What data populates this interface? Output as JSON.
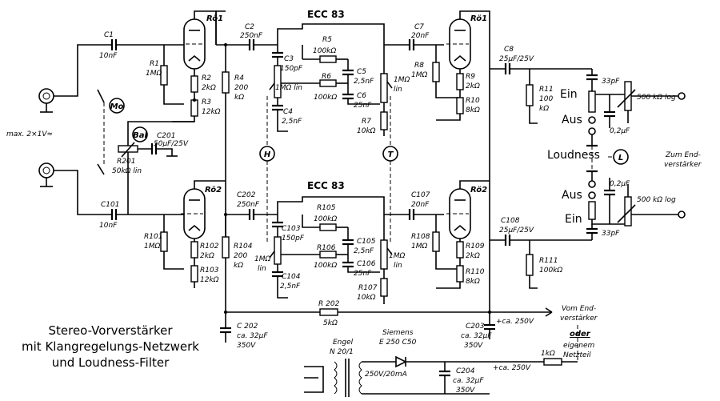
{
  "tubes": {
    "upper": "ECC 83",
    "lower": "ECC 83",
    "ro1": "Rö1",
    "ro2": "Rö2"
  },
  "input": {
    "max": "max. 2×1V≈",
    "mo": "Mo",
    "bal": "Bal"
  },
  "upper": {
    "c1": "C1",
    "c1v": "10nF",
    "r1": "R1",
    "r1v": "1MΩ",
    "r2": "R2",
    "r2v": "2kΩ",
    "r3": "R3",
    "r3v": "12kΩ",
    "c2": "C2",
    "c2v": "250nF",
    "r4": "R4",
    "r4v1": "200",
    "r4v2": "kΩ",
    "c3": "C3",
    "c3v": "150pF",
    "r5": "R5",
    "r5v": "100kΩ",
    "p1": "1MΩ lin",
    "r6": "R6",
    "r6v": "100kΩ",
    "c4": "C4",
    "c4v": "2,5nF",
    "c5": "C5",
    "c5v": "2,5nF",
    "c6": "C6",
    "c6v": "25nF",
    "p2a": "1MΩ",
    "p2b": "lin",
    "r7": "R7",
    "r7v": "10kΩ",
    "c7": "C7",
    "c7v": "20nF",
    "r8": "R8",
    "r8v": "1MΩ",
    "r9": "R9",
    "r9v": "2kΩ",
    "r10": "R10",
    "r10v": "8kΩ",
    "c8": "C8",
    "c8v": "25µF/25V",
    "r11": "R11",
    "r11v1": "100",
    "r11v2": "kΩ",
    "c33": "33pF",
    "ein": "Ein",
    "aus": "Aus",
    "c02": "0,2µF",
    "pot": "500 kΩ log"
  },
  "bal": {
    "c201": "C201",
    "c201v": "50µF/25V",
    "r201": "R201",
    "r201v": "50kΩ lin"
  },
  "mid": {
    "h": "H",
    "t": "T",
    "loudness": "Loudness",
    "l": "L",
    "zum1": "Zum End-",
    "zum2": "verstärker"
  },
  "lower": {
    "c101": "C101",
    "c101v": "10nF",
    "r101": "R101",
    "r101v": "1MΩ",
    "r102": "R102",
    "r102v": "2kΩ",
    "r103": "R103",
    "r103v": "12kΩ",
    "c202": "C202",
    "c202v": "250nF",
    "r104": "R104",
    "r104v1": "200",
    "r104v2": "kΩ",
    "c103": "C103",
    "c103v": "150pF",
    "r105": "R105",
    "r105v": "100kΩ",
    "p1a": "1MΩ",
    "p1b": "lin",
    "r106": "R106",
    "r106v": "100kΩ",
    "c104": "C104",
    "c104v": "2,5nF",
    "c105": "C105",
    "c105v": "2,5nF",
    "c106": "C106",
    "c106v": "25nF",
    "p2a": "1MΩ",
    "p2b": "lin",
    "r107": "R107",
    "r107v": "10kΩ",
    "c107": "C107",
    "c107v": "20nF",
    "r108": "R108",
    "r108v": "1MΩ",
    "r109": "R109",
    "r109v": "2kΩ",
    "r110": "R110",
    "r110v": "8kΩ",
    "c108": "C108",
    "c108v": "25µF/25V",
    "r111": "R111",
    "r111v": "100kΩ",
    "aus": "Aus",
    "c02": "0,2µF",
    "pot": "500 kΩ log",
    "ein": "Ein",
    "c33": "33pF"
  },
  "supply": {
    "r202": "R 202",
    "r202v": "5kΩ",
    "c202l": "C 202",
    "c202a": "ca. 32µF",
    "c202b": "350V",
    "c203": "C203",
    "c203a": "ca. 32µF",
    "c203b": "350V",
    "v250a": "+ca. 250V",
    "vom1": "Vom End-",
    "vom2": "verstärker",
    "oder": "oder",
    "eig1": "eigenem",
    "eig2": "Netzteil",
    "engel1": "Engel",
    "engel2": "N 20/1",
    "siem1": "Siemens",
    "siem2": "E 250 C50",
    "v250ma": "250V/20mA",
    "c204": "C204",
    "c204a": "ca. 32µF",
    "c204b": "350V",
    "v250b": "+ca. 250V",
    "r1k": "1kΩ"
  },
  "caption": {
    "l1": "Stereo-Vorverstärker",
    "l2": "mit Klangregelungs-Netzwerk",
    "l3": "und Loudness-Filter"
  }
}
